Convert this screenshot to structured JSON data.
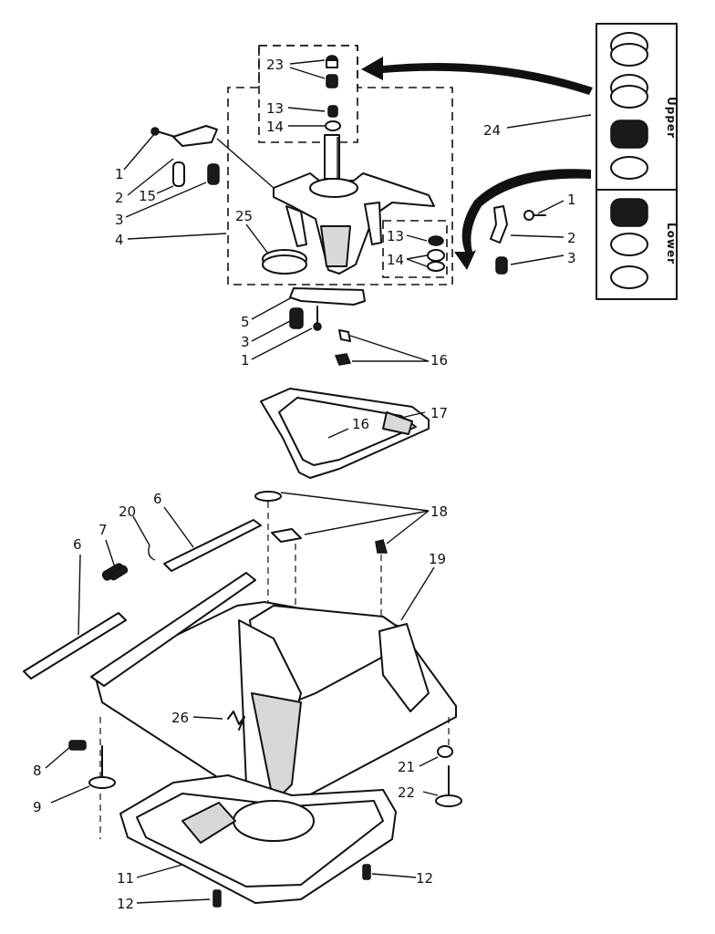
{
  "callouts": {
    "c1a": "1",
    "c2a": "2",
    "c15": "15",
    "c3a": "3",
    "c4": "4",
    "c25": "25",
    "c23": "23",
    "c13a": "13",
    "c14a": "14",
    "c13b": "13",
    "c14b": "14",
    "c1b": "1",
    "c2b": "2",
    "c3b": "3",
    "c24": "24",
    "c5": "5",
    "c3c": "3",
    "c1c": "1",
    "c16a": "16",
    "c16b": "16",
    "c17": "17",
    "c6a": "6",
    "c20": "20",
    "c7": "7",
    "c6b": "6",
    "c18": "18",
    "c19": "19",
    "c26": "26",
    "c8": "8",
    "c9": "9",
    "c21": "21",
    "c22": "22",
    "c11": "11",
    "c12a": "12",
    "c12b": "12"
  },
  "seal_kit": {
    "upper_label": "Upper",
    "lower_label": "Lower"
  }
}
